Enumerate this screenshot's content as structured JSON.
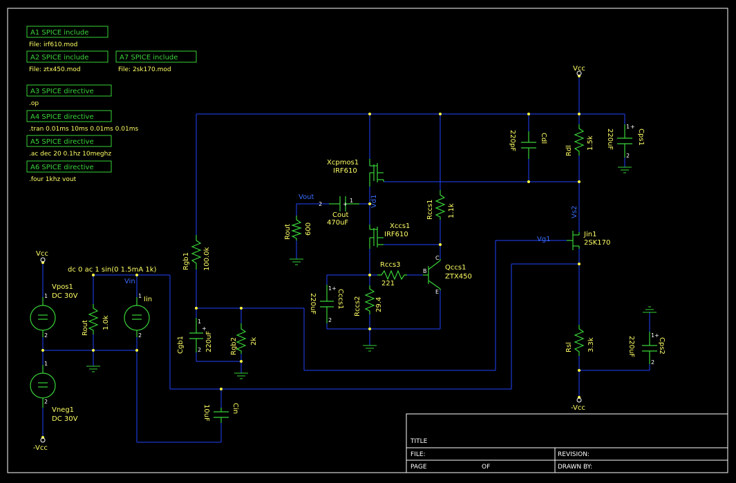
{
  "spice_blocks": [
    {
      "tag": "A1 SPICE include",
      "file": "File: irf610.mod"
    },
    {
      "tag": "A2 SPICE include",
      "file": "File: ztx450.mod"
    },
    {
      "tag": "A7 SPICE include",
      "file": "File: 2sk170.mod"
    },
    {
      "tag": "A3 SPICE directive",
      "text": ".op"
    },
    {
      "tag": "A4 SPICE directive",
      "text": ".tran 0.01ms 10ms 0.01ms 0.01ms"
    },
    {
      "tag": "A5 SPICE directive",
      "text": ".ac dec 20 0.1hz 10meghz"
    },
    {
      "tag": "A6 SPICE directive",
      "text": ".four 1khz vout"
    }
  ],
  "components": {
    "vpos": {
      "ref": "Vpos1",
      "value": "DC 30V"
    },
    "vneg": {
      "ref": "Vneg1",
      "value": "DC 30V"
    },
    "vin_source": {
      "ref": "Vin",
      "value": "Iin",
      "spec": "dc 0 ac 1 sin(0 1.5mA 1k)"
    },
    "rout_in": {
      "ref": "Rout",
      "value": "1.0k"
    },
    "rgb1": {
      "ref": "Rgb1",
      "value": "100.0k"
    },
    "rgb2": {
      "ref": "Rgb2",
      "value": "2k"
    },
    "cgb1": {
      "ref": "Cgb1",
      "value": "220uF"
    },
    "cin": {
      "ref": "Cin",
      "value": "10uF"
    },
    "xcpmos": {
      "ref": "Xcpmos1",
      "value": "IRF610"
    },
    "xccs": {
      "ref": "Xccs1",
      "value": "IRF610"
    },
    "cout": {
      "ref": "Cout",
      "value": "470uF"
    },
    "rout": {
      "ref": "Rout",
      "value": "600"
    },
    "rccs1": {
      "ref": "Rccs1",
      "value": "1.1k"
    },
    "rccs2": {
      "ref": "Rccs2",
      "value": "29.4"
    },
    "rccs3": {
      "ref": "Rccs3",
      "value": "221"
    },
    "cccs1": {
      "ref": "Cccs1",
      "value": "220uF"
    },
    "qccs1": {
      "ref": "Qccs1",
      "value": "ZTX450"
    },
    "cdl": {
      "ref": "Cdl",
      "value": "220pF"
    },
    "rdl": {
      "ref": "Rdl",
      "value": "1.5k"
    },
    "cps1": {
      "ref": "Cps1",
      "value": "220uF"
    },
    "jin": {
      "ref": "Jin1",
      "value": "2SK170"
    },
    "rsl": {
      "ref": "Rsl",
      "value": "3.3k"
    },
    "cps2": {
      "ref": "Cps2",
      "value": "220uF"
    }
  },
  "nets": {
    "vcc": "Vcc",
    "neg_vcc": "-Vcc",
    "vout": "Vout",
    "vg1": "Vg1",
    "vin": "Vin",
    "vd1": "Vd1",
    "vs2": "Vs2"
  },
  "pins": {
    "p1": "1",
    "p2": "2",
    "plus": "+",
    "b": "B",
    "c": "C",
    "e": "E"
  },
  "title_block": {
    "title": "TITLE",
    "file": "FILE:",
    "revision": "REVISION:",
    "page": "PAGE",
    "of": "OF",
    "drawn_by": "DRAWN BY:"
  },
  "colors": {
    "wire": "#2244ff",
    "component": "#39d539",
    "label": "#ffff66",
    "net_label": "#3a6cff",
    "junction": "#ffff44"
  }
}
